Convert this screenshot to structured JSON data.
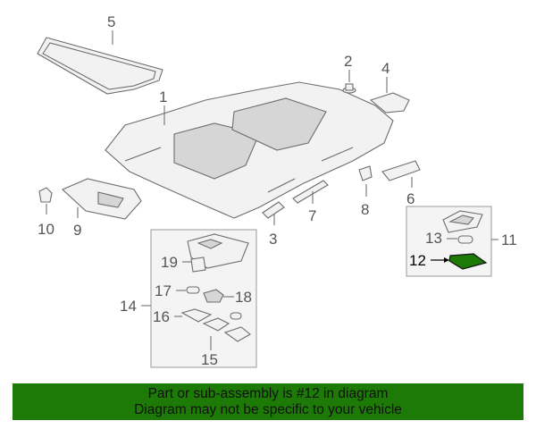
{
  "diagram": {
    "callouts": {
      "c1": "1",
      "c2": "2",
      "c4": "4",
      "c5": "5",
      "c6": "6",
      "c7": "7",
      "c8": "8",
      "c9": "9",
      "c10": "10",
      "c3": "3",
      "c11": "11",
      "c12": "12",
      "c13": "13",
      "c14": "14",
      "c15": "15",
      "c16": "16",
      "c17": "17",
      "c18": "18",
      "c19": "19"
    },
    "highlight_color": "#1d7a06",
    "highlighted_part": "12"
  },
  "banner": {
    "line1": "Part or sub-assembly is #12 in diagram",
    "line2": "Diagram may not be specific to your vehicle",
    "background": "#1d7a06"
  }
}
